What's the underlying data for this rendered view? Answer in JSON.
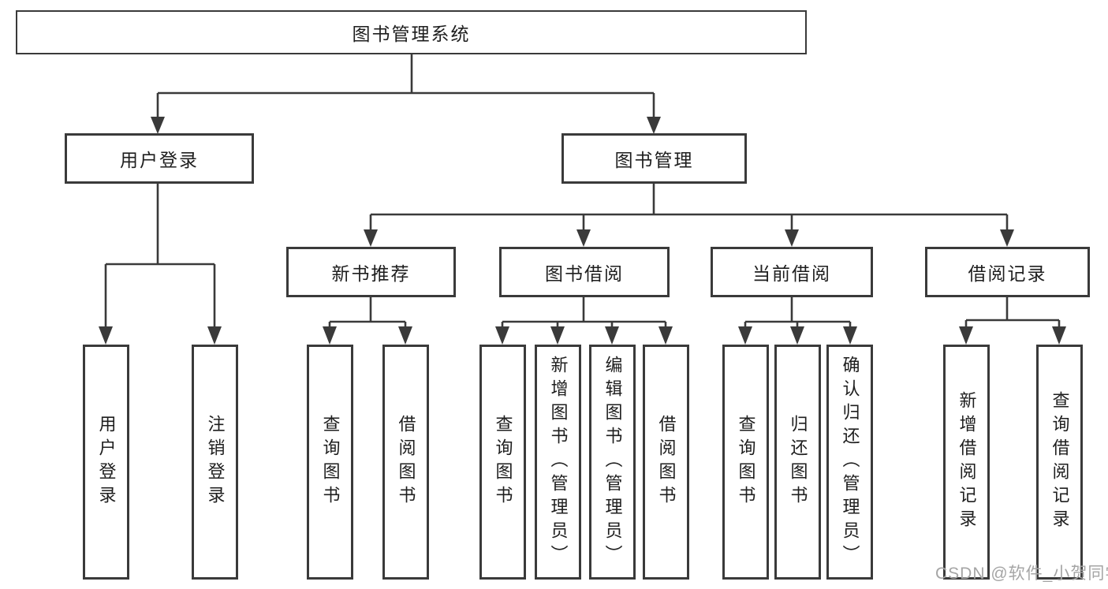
{
  "watermark": {
    "text": "CSDN @软件_小贺同学"
  },
  "colors": {
    "line": "#3a3a3a",
    "text": "#1e1e1e",
    "background": "#ffffff",
    "watermark": "#a5a5a5"
  },
  "tree": {
    "root": {
      "label": "图书管理系统"
    },
    "branches": [
      {
        "label": "用户登录",
        "children": [
          {
            "label": "用户登录"
          },
          {
            "label": "注销登录"
          }
        ]
      },
      {
        "label": "图书管理",
        "children": [
          {
            "label": "新书推荐",
            "children": [
              {
                "label": "查询图书"
              },
              {
                "label": "借阅图书"
              }
            ]
          },
          {
            "label": "图书借阅",
            "children": [
              {
                "label": "查询图书"
              },
              {
                "label": "新增图书（管理员）"
              },
              {
                "label": "编辑图书（管理员）"
              },
              {
                "label": "借阅图书"
              }
            ]
          },
          {
            "label": "当前借阅",
            "children": [
              {
                "label": "查询图书"
              },
              {
                "label": "归还图书"
              },
              {
                "label": "确认归还（管理员）"
              }
            ]
          },
          {
            "label": "借阅记录",
            "children": [
              {
                "label": "新增借阅记录"
              },
              {
                "label": "查询借阅记录"
              }
            ]
          }
        ]
      }
    ]
  }
}
